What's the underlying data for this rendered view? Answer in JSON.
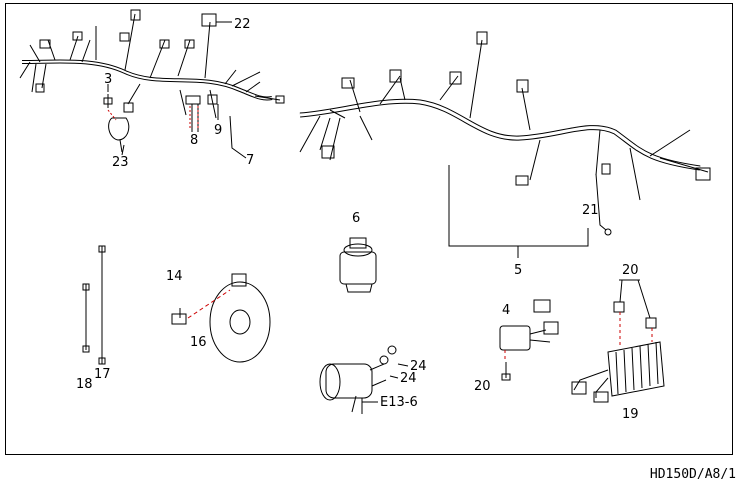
{
  "diagram": {
    "callouts": [
      "22",
      "3",
      "8",
      "9",
      "23",
      "7",
      "6",
      "21",
      "5",
      "14",
      "16",
      "4",
      "20",
      "20",
      "19",
      "18",
      "17",
      "24",
      "24",
      "E13-6"
    ],
    "footer_code": "HD150D/A8/1",
    "colors": {
      "line": "#000000",
      "dash": "#cc0000",
      "background": "#ffffff"
    }
  }
}
